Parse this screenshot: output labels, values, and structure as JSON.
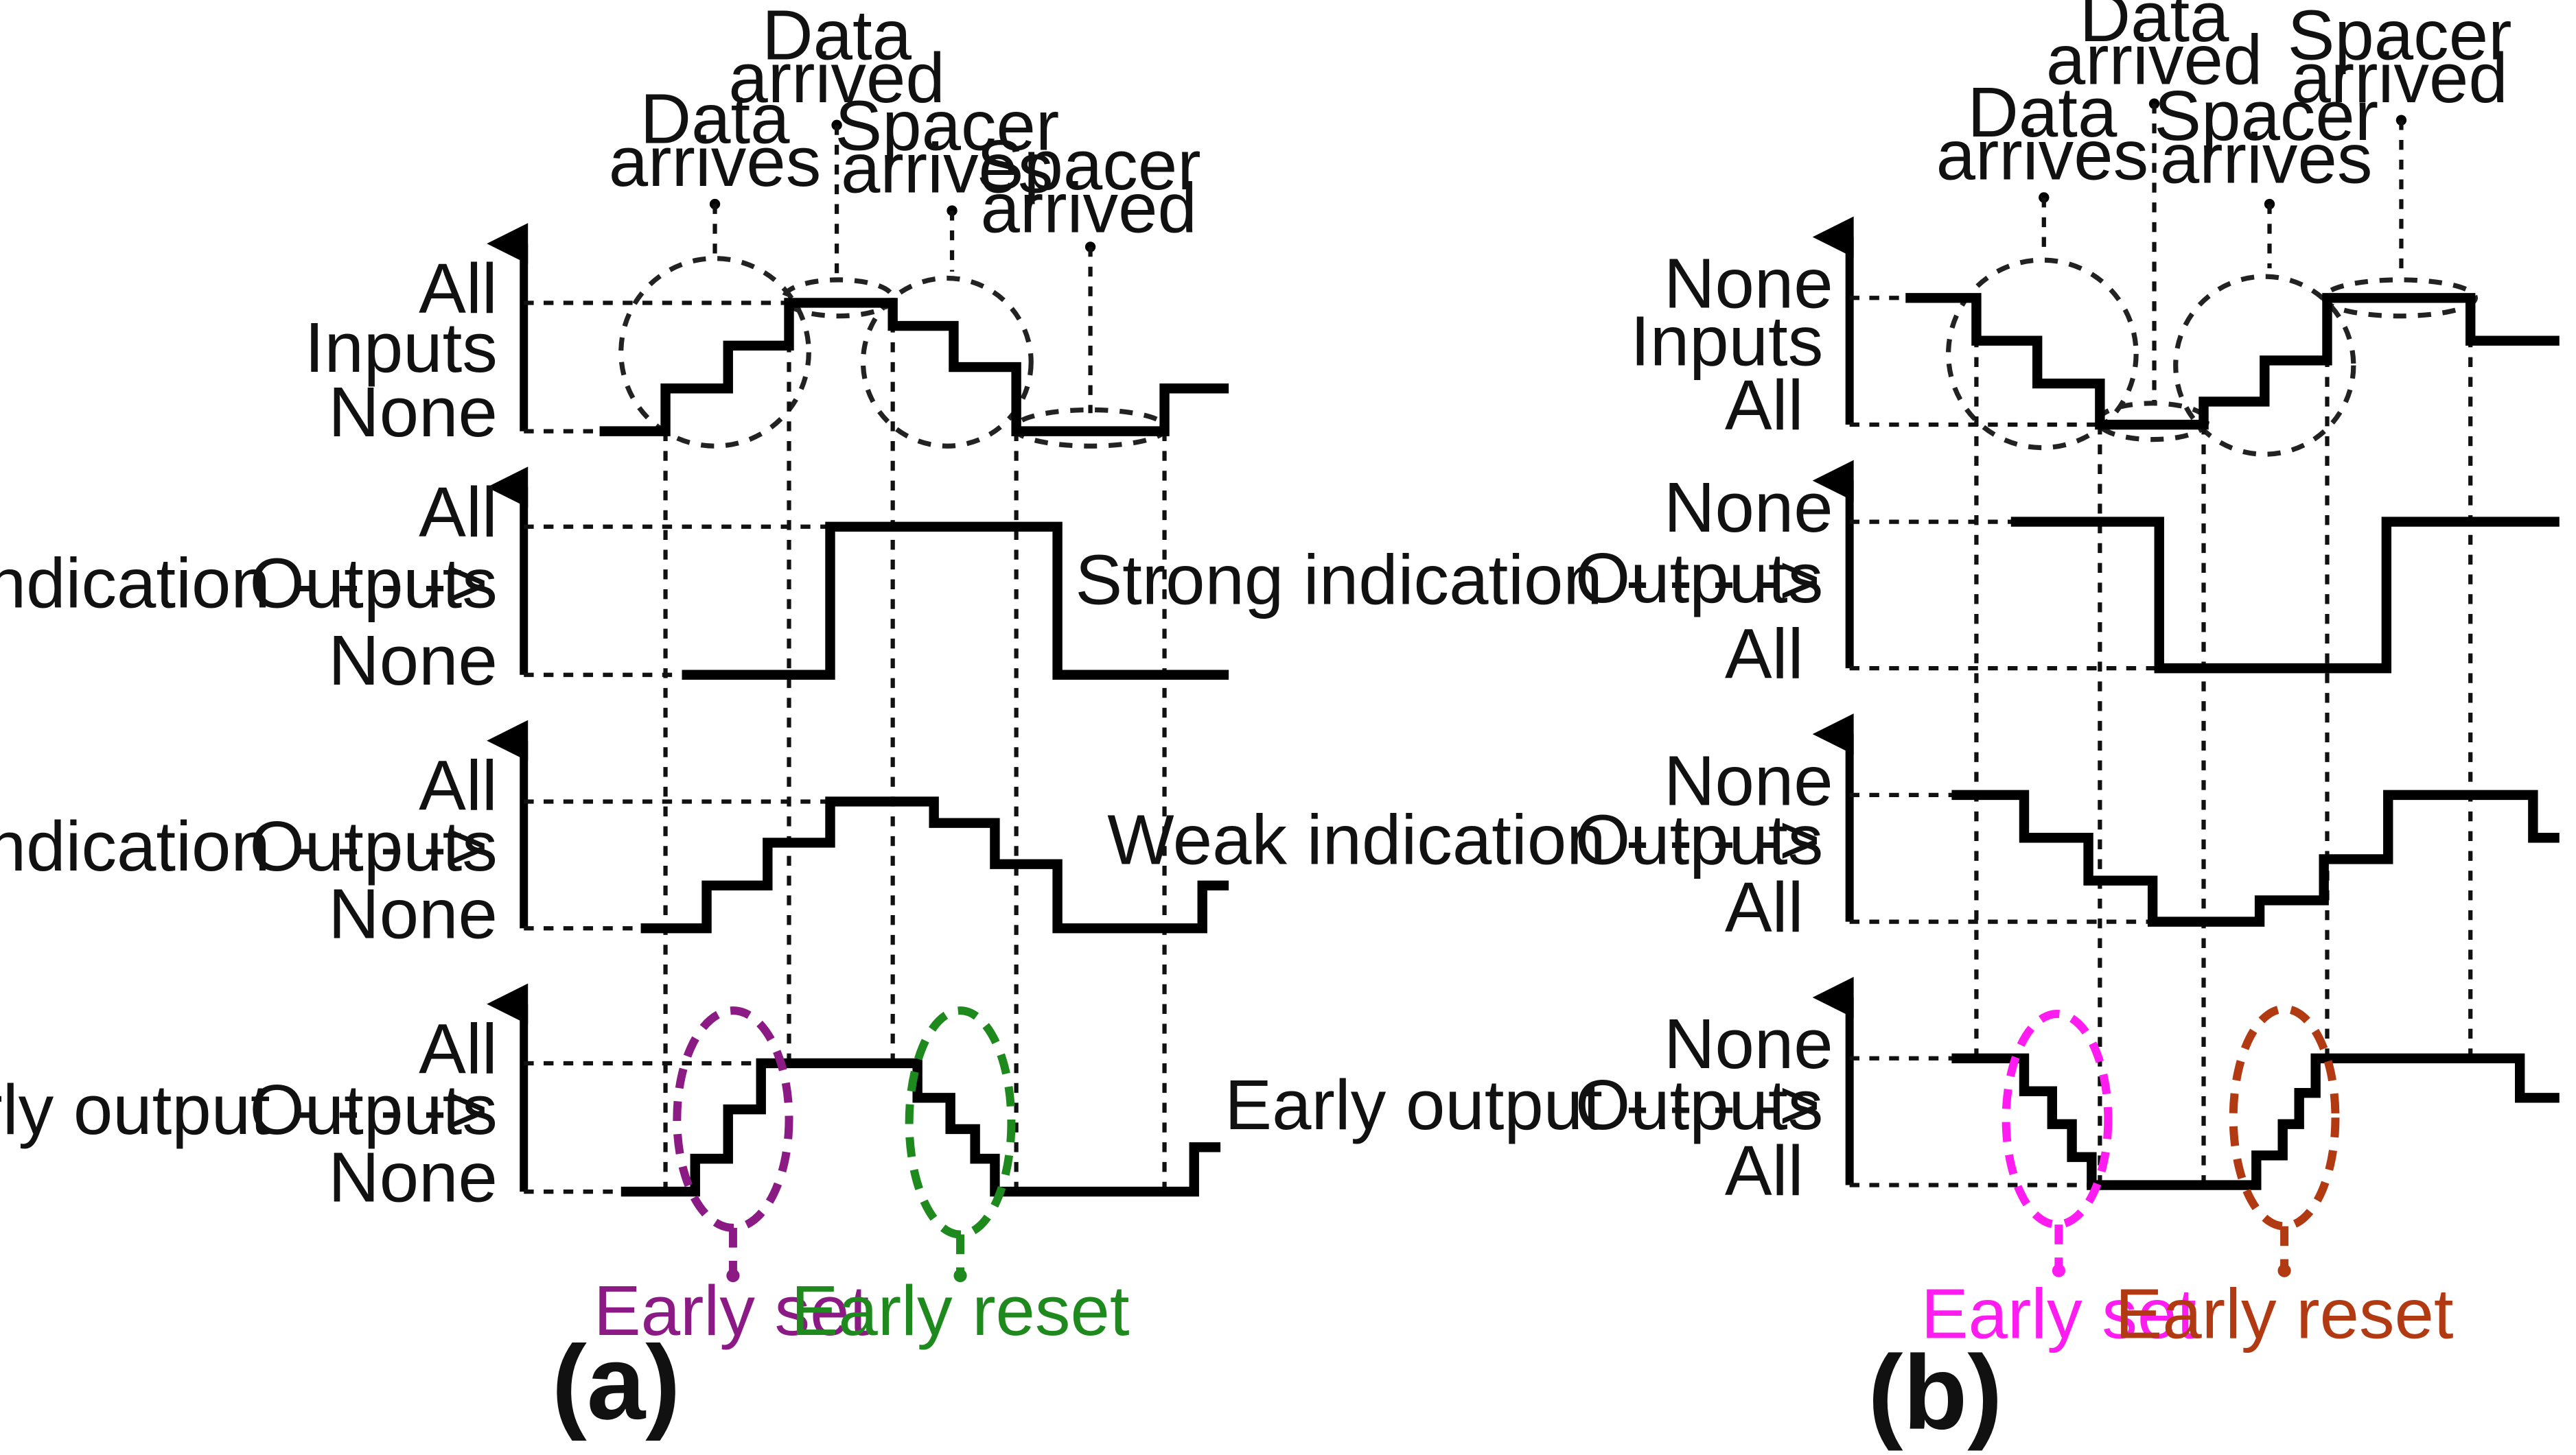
{
  "panel_a": {
    "panel_label": "(a)",
    "events": {
      "data_arrives": [
        "Data",
        "arrives"
      ],
      "data_arrived": [
        "Data",
        "arrived"
      ],
      "spacer_arrives": [
        "Spacer",
        "arrives"
      ],
      "spacer_arrived": [
        "Spacer",
        "arrived"
      ]
    },
    "inputs": {
      "label": "Inputs",
      "top": "All",
      "bottom": "None"
    },
    "strong": {
      "name": "Strong indication",
      "arrow": "Outputs",
      "top": "All",
      "bottom": "None"
    },
    "weak": {
      "name": "Weak indication",
      "arrow": "Outputs",
      "top": "All",
      "bottom": "None"
    },
    "early": {
      "name": "Early output",
      "arrow": "Outputs",
      "top": "All",
      "bottom": "None"
    },
    "callouts": {
      "early_set": "Early set",
      "early_reset": "Early reset"
    },
    "colors": {
      "early_set": "#8b1a85",
      "early_reset": "#1e8a1e"
    }
  },
  "panel_b": {
    "panel_label": "(b)",
    "events": {
      "data_arrives": [
        "Data",
        "arrives"
      ],
      "data_arrived": [
        "Data",
        "arrived"
      ],
      "spacer_arrives": [
        "Spacer",
        "arrives"
      ],
      "spacer_arrived": [
        "Spacer",
        "arrived"
      ]
    },
    "inputs": {
      "label": "Inputs",
      "top": "None",
      "bottom": "All"
    },
    "strong": {
      "name": "Strong indication",
      "arrow": "Outputs",
      "top": "None",
      "bottom": "All"
    },
    "weak": {
      "name": "Weak indication",
      "arrow": "Outputs",
      "top": "None",
      "bottom": "All"
    },
    "early": {
      "name": "Early output",
      "arrow": "Outputs",
      "top": "None",
      "bottom": "All"
    },
    "callouts": {
      "early_set": "Early set",
      "early_reset": "Early reset"
    },
    "colors": {
      "early_set": "#ff1cf0",
      "early_reset": "#b23a12"
    }
  }
}
